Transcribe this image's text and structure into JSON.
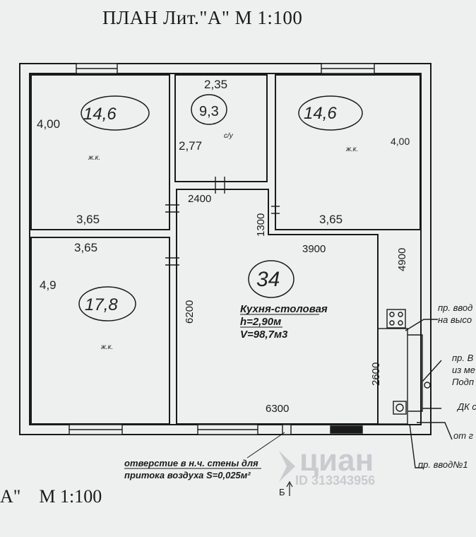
{
  "header": {
    "title": "ПЛАН   Лит.\"А\"    М 1:100"
  },
  "footer": {
    "quote": "А\"",
    "scale": "М 1:100"
  },
  "rooms": {
    "top_left": {
      "area": "14,6",
      "width": "3,65",
      "height": "4,00",
      "type": "ж.к."
    },
    "wc": {
      "area": "9,3",
      "width": "2,35",
      "height": "2,77",
      "type": "с/у"
    },
    "top_right": {
      "area": "14,6",
      "width": "3,65",
      "height": "4,00",
      "type": "ж.к."
    },
    "bottom_left": {
      "area": "17,8",
      "width": "3,65",
      "height": "4,9",
      "type": "ж.к."
    },
    "kitchen": {
      "area": "34",
      "name": "Кухня-столовая",
      "h": "h=2,90м",
      "v": "V=98,7м3"
    }
  },
  "dimensions": {
    "corridor_width": "2400",
    "corridor_height": "1300",
    "kitchen_width_top": "3900",
    "kitchen_height_right": "4900",
    "kitchen_height_left": "6200",
    "kitchen_width_bottom": "6300",
    "equipment_height": "2600"
  },
  "notes": {
    "vent_line1": "отверстие в н.ч. стены для",
    "vent_line2": "притока воздуха S=0,025м²",
    "gas_in1": "пр. ввод",
    "gas_in2": "на высо",
    "gas_b1": "пр. В",
    "gas_b2": "из ме",
    "gas_b3": "Подп",
    "dk": "ДК с",
    "ot": "от г",
    "input1": "пр. ввод№1",
    "section": "Б"
  },
  "watermark": {
    "brand": "циан",
    "id": "ID 313343956"
  }
}
